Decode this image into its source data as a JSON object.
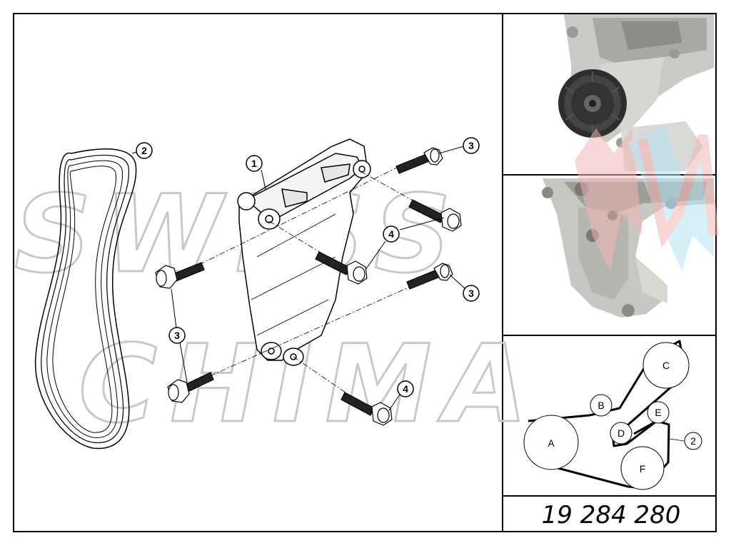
{
  "watermark": {
    "line1": "SWISS",
    "line2": "CHIMA"
  },
  "callouts": {
    "bracket": "1",
    "belt": "2",
    "bolt_top_right": "3",
    "bolt_mid_right": "3",
    "bolt_left": "3",
    "stud_upper": "4",
    "stud_lower": "4"
  },
  "routing": {
    "pulley_a": "A",
    "pulley_b": "B",
    "pulley_c": "C",
    "pulley_d": "D",
    "pulley_e": "E",
    "pulley_f": "F",
    "belt_callout": "2"
  },
  "part_number": "19 284 280",
  "colors": {
    "line": "#000000",
    "photo_metal": "#bdbdb8",
    "photo_dark": "#3a3a3a",
    "wm_red": "#f2b5b5",
    "wm_blue": "#b7e3f2"
  }
}
